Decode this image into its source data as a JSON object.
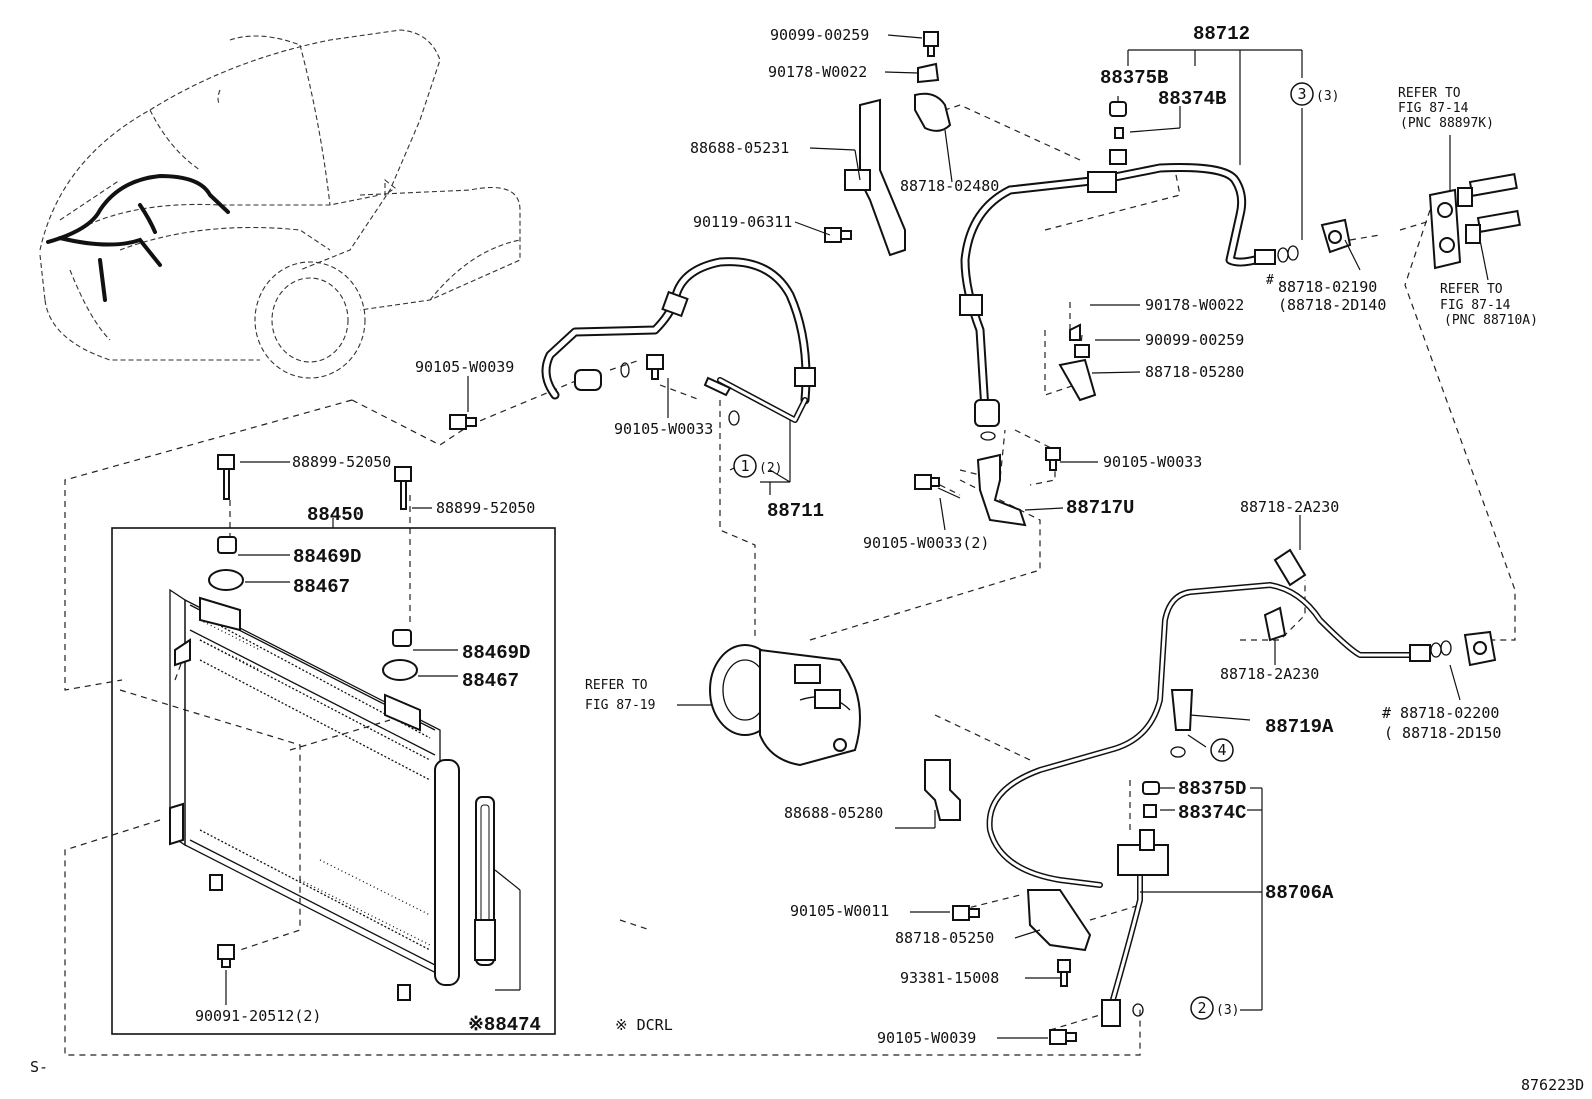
{
  "diagram_id": "876223D",
  "corner_mark": "S-",
  "note": "※ DCRL",
  "parts": {
    "p90099_00259_top": "90099-00259",
    "p90178_w0022_top": "90178-W0022",
    "p88688_05231": "88688-05231",
    "p88718_02480": "88718-02480",
    "p90119_06311": "90119-06311",
    "p88712": "88712",
    "p88375b": "88375B",
    "p88374b": "88374B",
    "c3_num": "3",
    "c3_qty": "(3)",
    "refer_top_line1": "REFER TO",
    "refer_top_line2": "FIG 87-14",
    "refer_top_line3": "(PNC 88897K)",
    "p88718_02190": "88718-02190",
    "p88718_2d140": "(88718-2D140",
    "refer_r_line1": "REFER TO",
    "refer_r_line2": "FIG  87-14",
    "refer_r_line3": "(PNC 88710A)",
    "p90178_w0022_mid": "90178-W0022",
    "p90099_00259_mid": "90099-00259",
    "p88718_05280": "88718-05280",
    "p90105_w0039_top": "90105-W0039",
    "p90105_w0033_a": "90105-W0033",
    "c1_num": "1",
    "c1_qty": "(2)",
    "p88711": "88711",
    "p90105_w0033_b": "90105-W0033",
    "p88717u": "88717U",
    "p90105_w0033_2": "90105-W0033(2)",
    "p88899_52050_a": "88899-52050",
    "p88899_52050_b": "88899-52050",
    "p88450": "88450",
    "p88469d_a": "88469D",
    "p88467_a": "88467",
    "p88469d_b": "88469D",
    "p88467_b": "88467",
    "refer_comp_line1": "REFER TO",
    "refer_comp_line2": "FIG 87-19",
    "p88718_2a230_a": "88718-2A230",
    "p88718_2a230_b": "88718-2A230",
    "p88719a": "88719A",
    "c4_num": "4",
    "p88375d": "88375D",
    "p88374c": "88374C",
    "p88718_02200": "# 88718-02200",
    "p88718_2d150": "( 88718-2D150",
    "p88688_05280": "88688-05280",
    "p88706a": "88706A",
    "p90105_w0011": "90105-W0011",
    "p88718_05250": "88718-05250",
    "p93381_15008": "93381-15008",
    "c2_num": "2",
    "c2_qty": "(3)",
    "p90105_w0039_bot": "90105-W0039",
    "p90091_20512": "90091-20512(2)",
    "p88474": "※88474",
    "hash1": "#"
  }
}
